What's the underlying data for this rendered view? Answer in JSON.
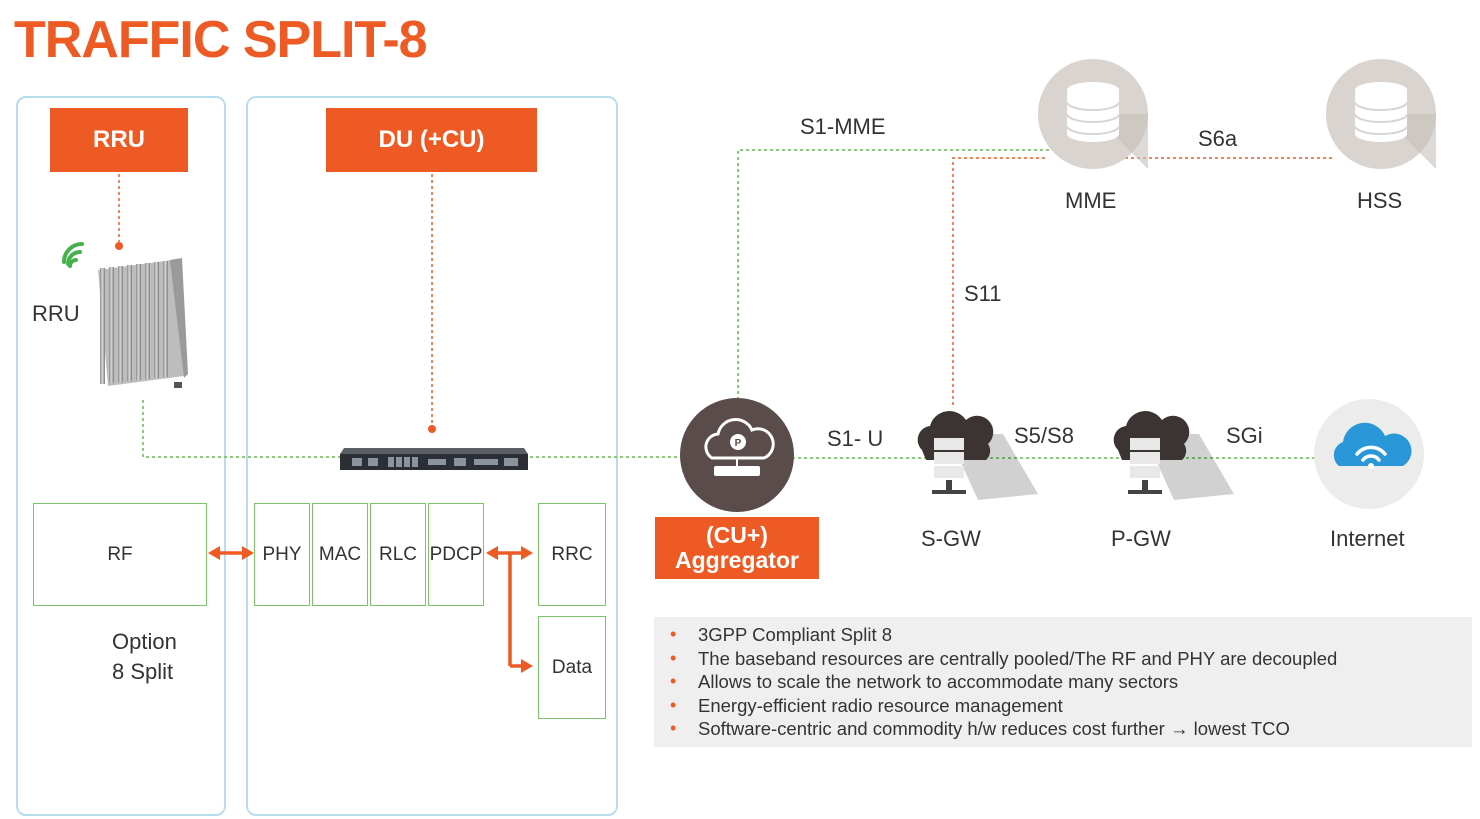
{
  "title": "TRAFFIC SPLIT-8",
  "rru_header": "RRU",
  "du_header": "DU (+CU)",
  "rru_label": "RRU",
  "split_boxes": {
    "rf": "RF",
    "phy": "PHY",
    "mac": "MAC",
    "rlc": "RLC",
    "pdcp": "PDCP",
    "rrc": "RRC",
    "data": "Data"
  },
  "option_split": [
    "Option",
    "8 Split"
  ],
  "aggregator_label": [
    "(CU+)",
    "Aggregator"
  ],
  "interfaces": {
    "s1_mme": "S1-MME",
    "s6a": "S6a",
    "s11": "S11",
    "s1_u": "S1- U",
    "s5_s8": "S5/S8",
    "sgi": "SGi"
  },
  "nodes": {
    "mme": "MME",
    "hss": "HSS",
    "sgw": "S-GW",
    "pgw": "P-GW",
    "internet": "Internet"
  },
  "bullets": [
    "3GPP Compliant Split 8",
    "The baseband resources are centrally pooled/The RF and PHY are decoupled",
    "Allows to scale the network to accommodate many sectors",
    "Energy-efficient radio resource management",
    "Software-centric and commodity h/w reduces cost further → lowest TCO"
  ],
  "colors": {
    "accent_orange": "#ee5a24",
    "line_green": "#7cc36a",
    "panel_blue": "#b9dcef",
    "node_gray": "#dcdcdc",
    "cloud_blue": "#2a97d8"
  },
  "icons": {
    "database": "database-icon",
    "cloud_server": "cloud-server-icon",
    "aggregator": "cloud-router-icon",
    "internet": "cloud-wifi-icon",
    "rru_device": "radio-unit-icon",
    "du_server": "rack-server-icon"
  }
}
